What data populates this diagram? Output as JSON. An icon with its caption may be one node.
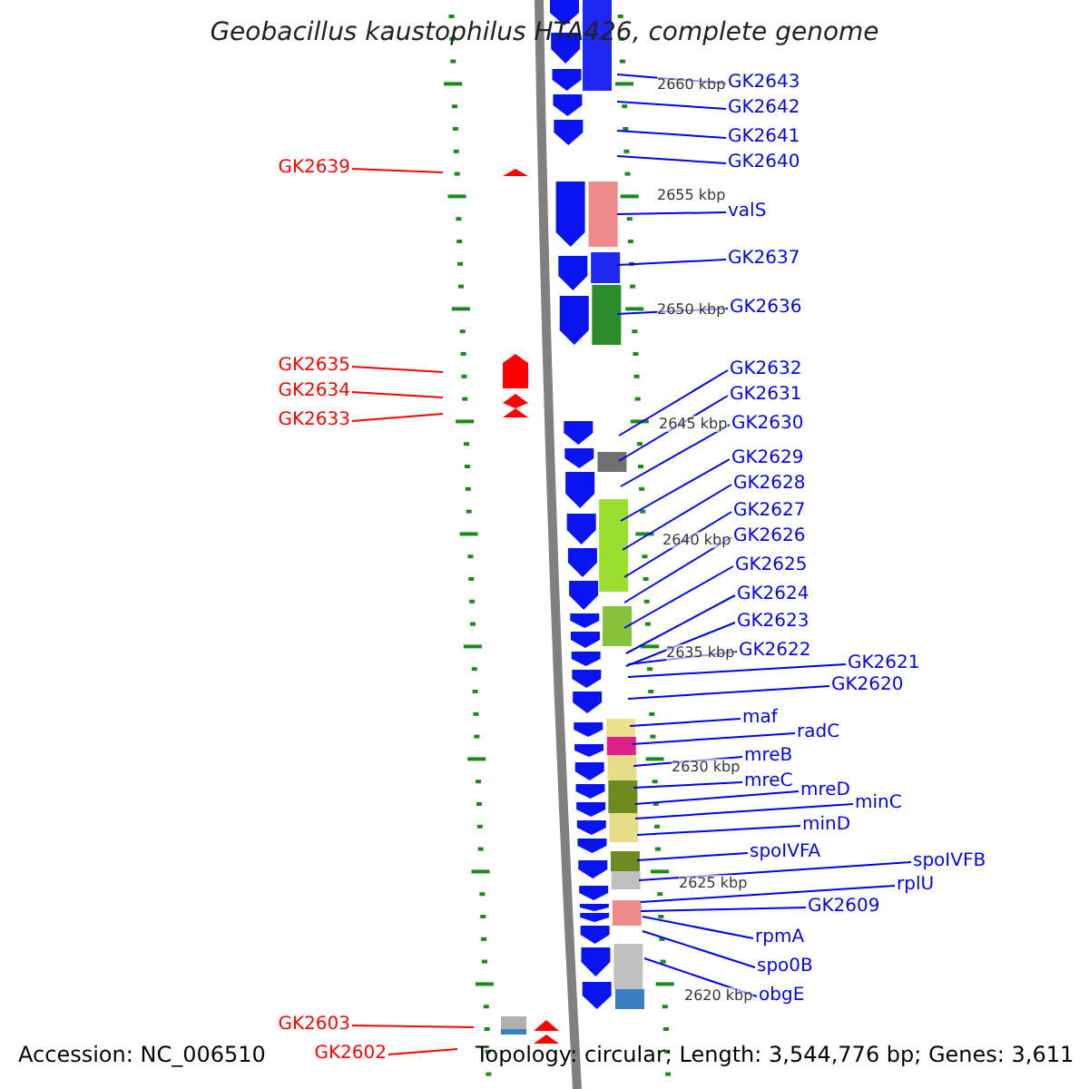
{
  "diagram": {
    "title": "Geobacillus kaustophilus HTA426, complete genome",
    "nodes": [
      {
        "text": [
          "GK2643"
        ]
      },
      {
        "text": [
          "GK2642"
        ]
      },
      {
        "text": [
          "GK2641"
        ]
      },
      {
        "text": [
          "GK2640"
        ]
      },
      {
        "text": [
          "GK2639"
        ]
      },
      {
        "text": [
          "valS"
        ]
      },
      {
        "text": [
          "GK2637"
        ]
      },
      {
        "text": [
          "GK2636"
        ]
      },
      {
        "text": [
          "GK2635"
        ]
      },
      {
        "text": [
          "GK2632"
        ]
      },
      {
        "text": [
          "GK2634"
        ]
      },
      {
        "text": [
          "GK2631"
        ]
      },
      {
        "text": [
          "GK2633"
        ]
      },
      {
        "text": [
          "GK2630"
        ]
      },
      {
        "text": [
          "GK2629"
        ]
      },
      {
        "text": [
          "GK2628"
        ]
      },
      {
        "text": [
          "GK2627"
        ]
      },
      {
        "text": [
          "GK2626"
        ]
      },
      {
        "text": [
          "GK2625"
        ]
      },
      {
        "text": [
          "GK2624"
        ]
      },
      {
        "text": [
          "GK2623"
        ]
      },
      {
        "text": [
          "GK2622"
        ]
      },
      {
        "text": [
          "GK2621"
        ]
      },
      {
        "text": [
          "GK2620"
        ]
      },
      {
        "text": [
          "maf"
        ]
      },
      {
        "text": [
          "radC"
        ]
      },
      {
        "text": [
          "mreB"
        ]
      },
      {
        "text": [
          "mreC"
        ]
      },
      {
        "text": [
          "mreD"
        ]
      },
      {
        "text": [
          "minC"
        ]
      },
      {
        "text": [
          "minD"
        ]
      },
      {
        "text": [
          "spoIVFA"
        ]
      },
      {
        "text": [
          "spoIVFB"
        ]
      },
      {
        "text": [
          "rplU"
        ]
      },
      {
        "text": [
          "GK2609"
        ]
      },
      {
        "text": [
          "rpmA"
        ]
      },
      {
        "text": [
          "spo0B"
        ]
      },
      {
        "text": [
          "obgE"
        ]
      },
      {
        "text": [
          "GK2603"
        ]
      },
      {
        "text": [
          "GK2602"
        ]
      }
    ],
    "edges": [
      {
        "from": 0,
        "to": null,
        "arrow": "none"
      },
      {
        "from": 1,
        "to": null,
        "arrow": "none"
      },
      {
        "from": 2,
        "to": null,
        "arrow": "none"
      },
      {
        "from": 3,
        "to": null,
        "arrow": "none"
      },
      {
        "from": 4,
        "to": null,
        "arrow": "none",
        "color": "#ff0000"
      },
      {
        "from": 5,
        "to": null,
        "arrow": "none"
      },
      {
        "from": 6,
        "to": null,
        "arrow": "none"
      },
      {
        "from": 7,
        "to": null,
        "arrow": "none"
      },
      {
        "from": 8,
        "to": null,
        "arrow": "none",
        "color": "#ff0000"
      },
      {
        "from": 9,
        "to": null,
        "arrow": "none"
      },
      {
        "from": 10,
        "to": null,
        "arrow": "none",
        "color": "#ff0000"
      },
      {
        "from": 11,
        "to": null,
        "arrow": "none"
      },
      {
        "from": 12,
        "to": null,
        "arrow": "none",
        "color": "#ff0000"
      },
      {
        "from": 13,
        "to": null,
        "arrow": "none"
      },
      {
        "from": 14,
        "to": null,
        "arrow": "none"
      },
      {
        "from": 15,
        "to": null,
        "arrow": "none"
      },
      {
        "from": 16,
        "to": null,
        "arrow": "none"
      },
      {
        "from": 17,
        "to": null,
        "arrow": "none"
      },
      {
        "from": 18,
        "to": null,
        "arrow": "none"
      },
      {
        "from": 19,
        "to": null,
        "arrow": "none"
      },
      {
        "from": 20,
        "to": null,
        "arrow": "none"
      },
      {
        "from": 21,
        "to": null,
        "arrow": "none"
      },
      {
        "from": 22,
        "to": null,
        "arrow": "none"
      },
      {
        "from": 23,
        "to": null,
        "arrow": "none"
      },
      {
        "from": 24,
        "to": null,
        "arrow": "none"
      },
      {
        "from": 25,
        "to": null,
        "arrow": "none"
      },
      {
        "from": 26,
        "to": null,
        "arrow": "none"
      },
      {
        "from": 27,
        "to": null,
        "arrow": "none"
      },
      {
        "from": 28,
        "to": null,
        "arrow": "none"
      },
      {
        "from": 29,
        "to": null,
        "arrow": "none"
      },
      {
        "from": 30,
        "to": null,
        "arrow": "none"
      },
      {
        "from": 31,
        "to": null,
        "arrow": "none"
      },
      {
        "from": 32,
        "to": null,
        "arrow": "none"
      },
      {
        "from": 33,
        "to": null,
        "arrow": "none"
      },
      {
        "from": 34,
        "to": null,
        "arrow": "none"
      },
      {
        "from": 35,
        "to": null,
        "arrow": "none"
      },
      {
        "from": 36,
        "to": null,
        "arrow": "none"
      },
      {
        "from": 37,
        "to": null,
        "arrow": "none"
      },
      {
        "from": 38,
        "to": null,
        "arrow": "none",
        "color": "#ff0000"
      },
      {
        "from": 39,
        "to": null,
        "arrow": "none",
        "color": "#ff0000"
      }
    ],
    "labels": [
      "2660 kbp",
      "2655 kbp",
      "2650 kbp",
      "2645 kbp",
      "2640 kbp",
      "2635 kbp",
      "2630 kbp",
      "2625 kbp",
      "2620 kbp",
      "Accession: NC_006510",
      "Topology: circular; Length: 3,544,776 bp; Genes: 3,611"
    ]
  }
}
